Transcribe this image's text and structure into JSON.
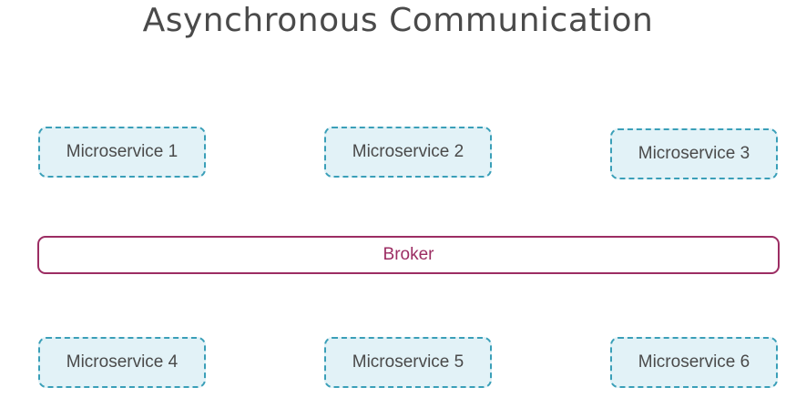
{
  "title": "Asynchronous Communication",
  "broker": {
    "label": "Broker",
    "color": "#9c2d63"
  },
  "microservices": [
    {
      "label": "Microservice 1"
    },
    {
      "label": "Microservice 2"
    },
    {
      "label": "Microservice 3"
    },
    {
      "label": "Microservice 4"
    },
    {
      "label": "Microservice 5"
    },
    {
      "label": "Microservice 6"
    }
  ],
  "colors": {
    "service_border": "#3a9fb8",
    "service_fill": "#e2f2f7",
    "text": "#4a4a4a"
  }
}
